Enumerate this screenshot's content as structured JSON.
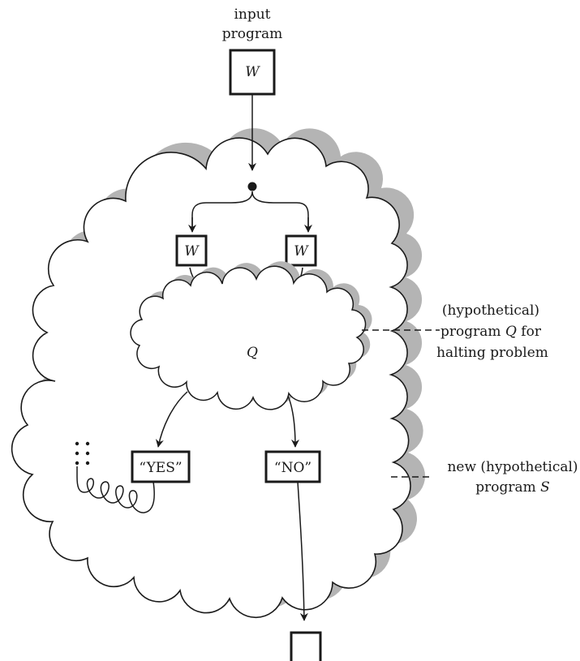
{
  "input_label": {
    "line1": "input",
    "line2": "program"
  },
  "input_box_text": "W",
  "split_box_left_text": "W",
  "split_box_right_text": "W",
  "program_q_text": "Q",
  "yes_box_text": "“YES”",
  "no_box_text": "“NO”",
  "q_annotation": {
    "line1": "(hypothetical)",
    "line2_prefix": "program ",
    "line2_var": "Q",
    "line2_suffix": " for",
    "line3": "halting problem"
  },
  "s_annotation": {
    "line1": "new (hypothetical)",
    "line2_prefix": "program ",
    "line2_var": "S"
  },
  "colors": {
    "ink": "#1a1a1a",
    "shadow": "#b4b4b4",
    "background": "#ffffff"
  }
}
